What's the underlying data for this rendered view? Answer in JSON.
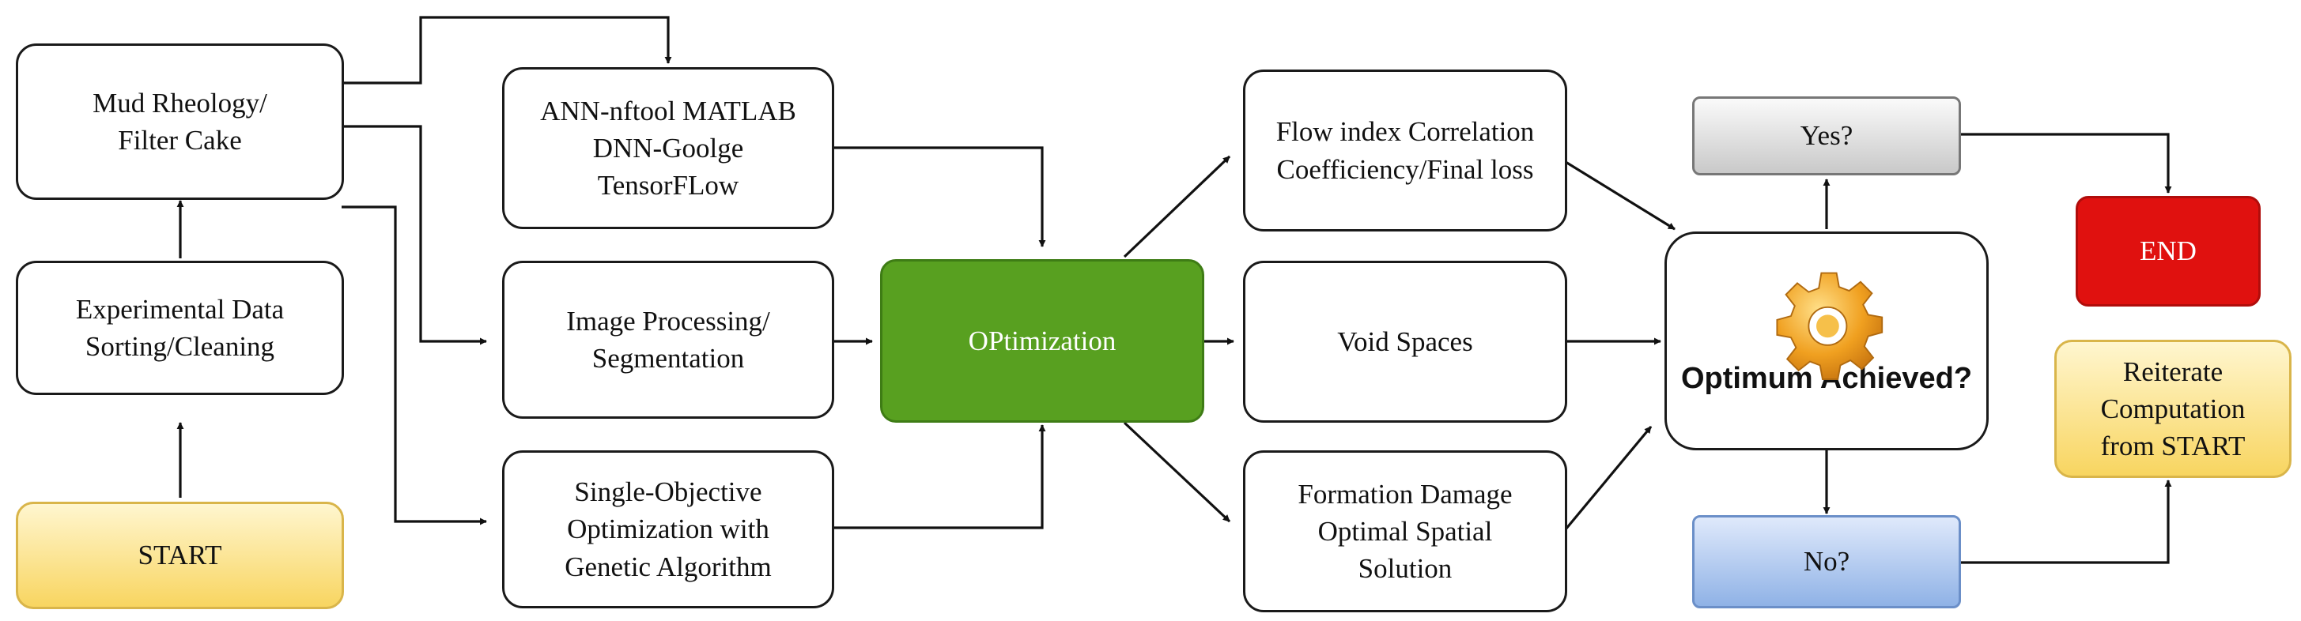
{
  "nodes": {
    "start": "START",
    "experimental": "Experimental Data\nSorting/Cleaning",
    "mud": "Mud Rheology/\nFilter Cake",
    "ann": "ANN-nftool MATLAB\nDNN-Goolge\nTensorFLow",
    "image": "Image Processing/\nSegmentation",
    "single": "Single-Objective\nOptimization with\nGenetic Algorithm",
    "optimization": "OPtimization",
    "flow": "Flow index Correlation\nCoefficiency/Final loss",
    "void": "Void Spaces",
    "formation": "Formation Damage\nOptimal Spatial\nSolution",
    "optimum": "Optimum Achieved?",
    "yes": "Yes?",
    "no": "No?",
    "end": "END",
    "reiterate": "Reiterate\nComputation\nfrom START"
  },
  "colors": {
    "start_fill": "#f8d560",
    "optimization_fill": "#58a020",
    "end_fill": "#e0110f",
    "yes_fill": "#c9c9c9",
    "no_fill": "#8fb2e6",
    "reiterate_fill": "#f8d560",
    "gear": "#f0a020"
  },
  "icons": {
    "optimum": "gear-icon"
  }
}
